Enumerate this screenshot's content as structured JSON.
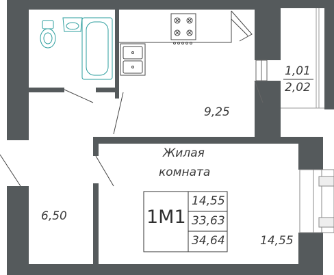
{
  "plan": {
    "wall_color": "#555a5c",
    "fixture_color": "#2a9d9d",
    "line_color": "#333333",
    "rooms": {
      "kitchen_area": "9,25",
      "hallway_area": "6,50",
      "living_room_name_line1": "Жилая",
      "living_room_name_line2": "комната",
      "living_room_area": "14,55",
      "balcony_area_top": "1,01",
      "balcony_area_bottom": "2,02"
    },
    "apartment": {
      "type": "1М1",
      "living_area": "14,55",
      "total_area": "33,63",
      "total_with_balcony": "34,64"
    }
  }
}
